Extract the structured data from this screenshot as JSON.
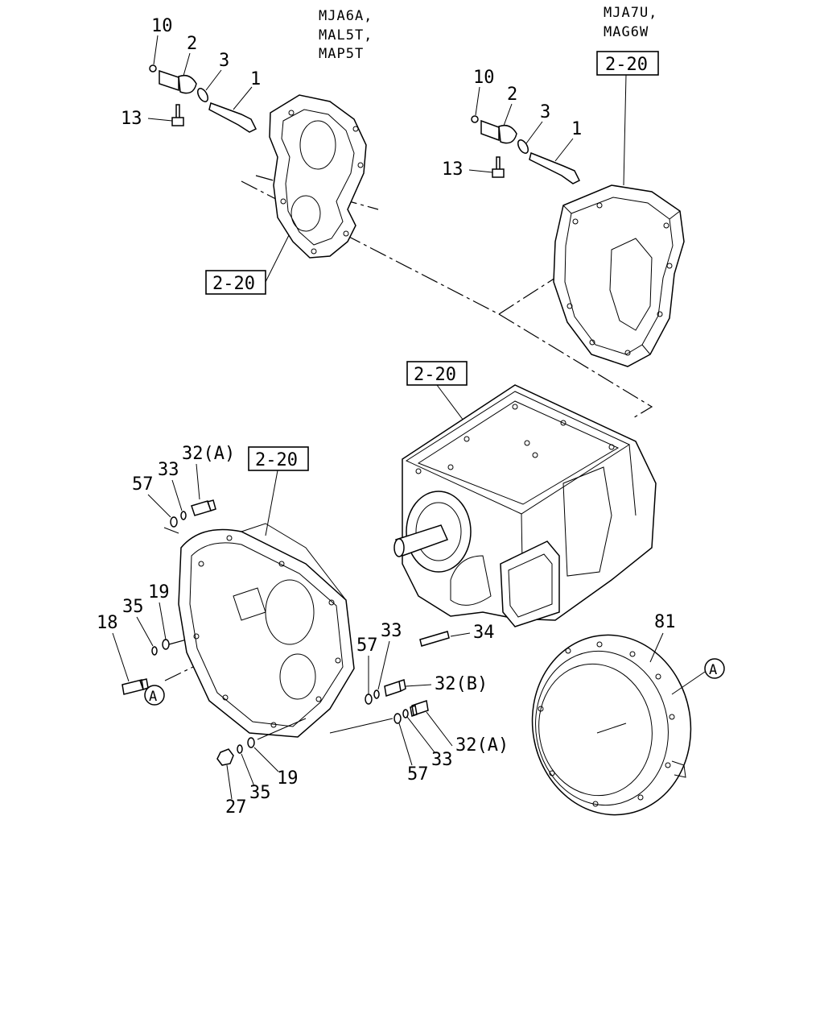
{
  "models": {
    "left": [
      "MJA6A,",
      "MAL5T,",
      "MAP5T"
    ],
    "right": [
      "MJA7U,",
      "MAG6W"
    ]
  },
  "ref_boxes": [
    "2-20",
    "2-20",
    "2-20",
    "2-20"
  ],
  "part_numbers": {
    "top_left": [
      "10",
      "2",
      "3",
      "1",
      "13"
    ],
    "top_right": [
      "10",
      "2",
      "3",
      "1",
      "13"
    ],
    "flywheel_housing": [
      "32(A)",
      "33",
      "57",
      "19",
      "35",
      "18",
      "33",
      "57",
      "32(B)",
      "32(A)",
      "33",
      "57",
      "19",
      "35",
      "27"
    ],
    "transmission_case": [
      "34"
    ],
    "ring": [
      "81"
    ]
  },
  "callout_letter": "A",
  "colors": {
    "ink": "#000000",
    "paper": "#ffffff"
  }
}
